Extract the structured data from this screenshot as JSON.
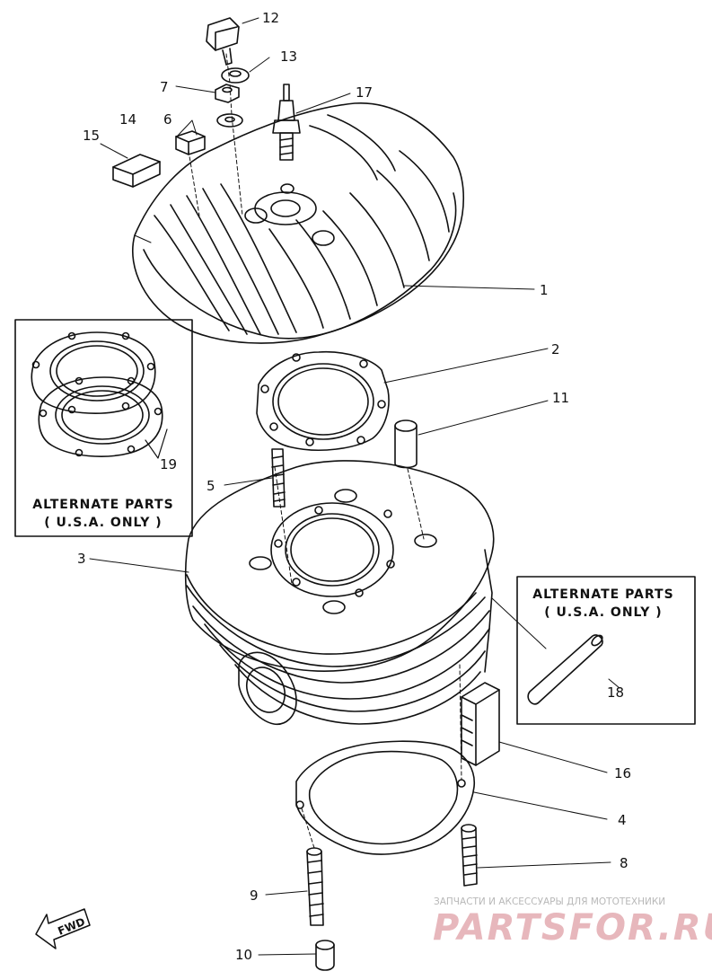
{
  "callouts": {
    "p1": "1",
    "p2": "2",
    "p3": "3",
    "p4": "4",
    "p5": "5",
    "p6": "6",
    "p7": "7",
    "p8": "8",
    "p9": "9",
    "p10": "10",
    "p11": "11",
    "p12": "12",
    "p13": "13",
    "p14": "14",
    "p15": "15",
    "p16": "16",
    "p17": "17",
    "p18": "18",
    "p19": "19"
  },
  "alt_box_left": {
    "line1": "ALTERNATE PARTS",
    "line2": "( U.S.A. ONLY )"
  },
  "alt_box_right": {
    "line1": "ALTERNATE PARTS",
    "line2": "( U.S.A. ONLY )"
  },
  "direction_marker": "FWD",
  "watermark": {
    "caption": "ЗАПЧАСТИ И АКСЕССУАРЫ ДЛЯ МОТОТЕХНИКИ",
    "brand": "PARTSFOR.RU"
  }
}
